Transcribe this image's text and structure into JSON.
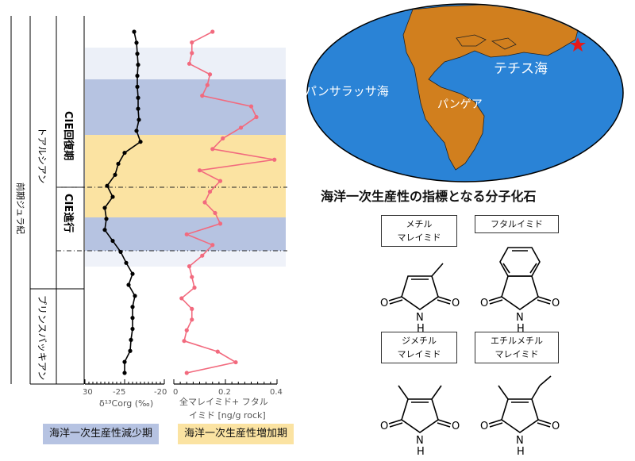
{
  "strat": {
    "epoch": "前期ジュラ紀",
    "stage_upper": "トアルシアン",
    "stage_lower": "プリンスバッキアン",
    "recovery": "CIE回復期",
    "onset": "CIE進行"
  },
  "axes": {
    "d13c_ticks": [
      "30",
      "-25",
      "-20"
    ],
    "d13c_label": "δ¹³Corg (‰)",
    "conc_ticks": [
      "0",
      "0.2",
      "0.4"
    ],
    "conc_label_line1": "全マレイミド+ フタル",
    "conc_label_line2": "イミド [ng/g rock]"
  },
  "legend": {
    "decrease": "海洋一次生産性減少期",
    "increase": "海洋一次生産性増加期"
  },
  "map": {
    "tethys": "テチス海",
    "panthalassa": "パンサラッサ海",
    "pangaea": "パンゲア"
  },
  "chem": {
    "title": "海洋一次生産性の指標となる分子化石",
    "m1a": "メチル",
    "m1b": "マレイミド",
    "m2": "フタルイミド",
    "m3a": "ジメチル",
    "m3b": "マレイミド",
    "m4a": "エチルメチル",
    "m4b": "マレイミド"
  },
  "colors": {
    "blue_band": "#a9b9dc",
    "yellow_band": "#fbe3a2",
    "ocean": "#2a83d6",
    "land": "#d17f1e",
    "d13c_line": "#000000",
    "conc_line": "#f26a7e"
  },
  "chart_data": [
    {
      "type": "line",
      "name_axis": "δ13Corg",
      "xlabel": "δ¹³Corg (‰)",
      "xlim": [
        -30,
        -20
      ],
      "x": [
        -23.8,
        -23.5,
        -23.4,
        -23.3,
        -23.4,
        -23.4,
        -23.3,
        -23.3,
        -23.2,
        -23.5,
        -23.0,
        -25.0,
        -25.8,
        -26.2,
        -27.2,
        -26.5,
        -27.5,
        -27.3,
        -27.5,
        -26.5,
        -25.5,
        -24.8,
        -24.0,
        -24.5,
        -23.7,
        -24.0,
        -24.0,
        -24.0,
        -24.2,
        -24.3,
        -25.0,
        -25.0
      ]
    },
    {
      "type": "line",
      "xlabel": "全マレイミド+ フタル イミド [ng/g rock]",
      "xlim": [
        0,
        0.4
      ],
      "x": [
        0.15,
        0.07,
        0.07,
        0.06,
        0.14,
        0.13,
        0.11,
        0.3,
        0.32,
        0.26,
        0.19,
        0.15,
        0.39,
        0.1,
        0.18,
        0.14,
        0.12,
        0.16,
        0.18,
        0.05,
        0.15,
        0.11,
        0.06,
        0.07,
        0.08,
        0.03,
        0.07,
        0.07,
        0.05,
        0.04,
        0.17,
        0.24,
        0.05
      ]
    }
  ]
}
